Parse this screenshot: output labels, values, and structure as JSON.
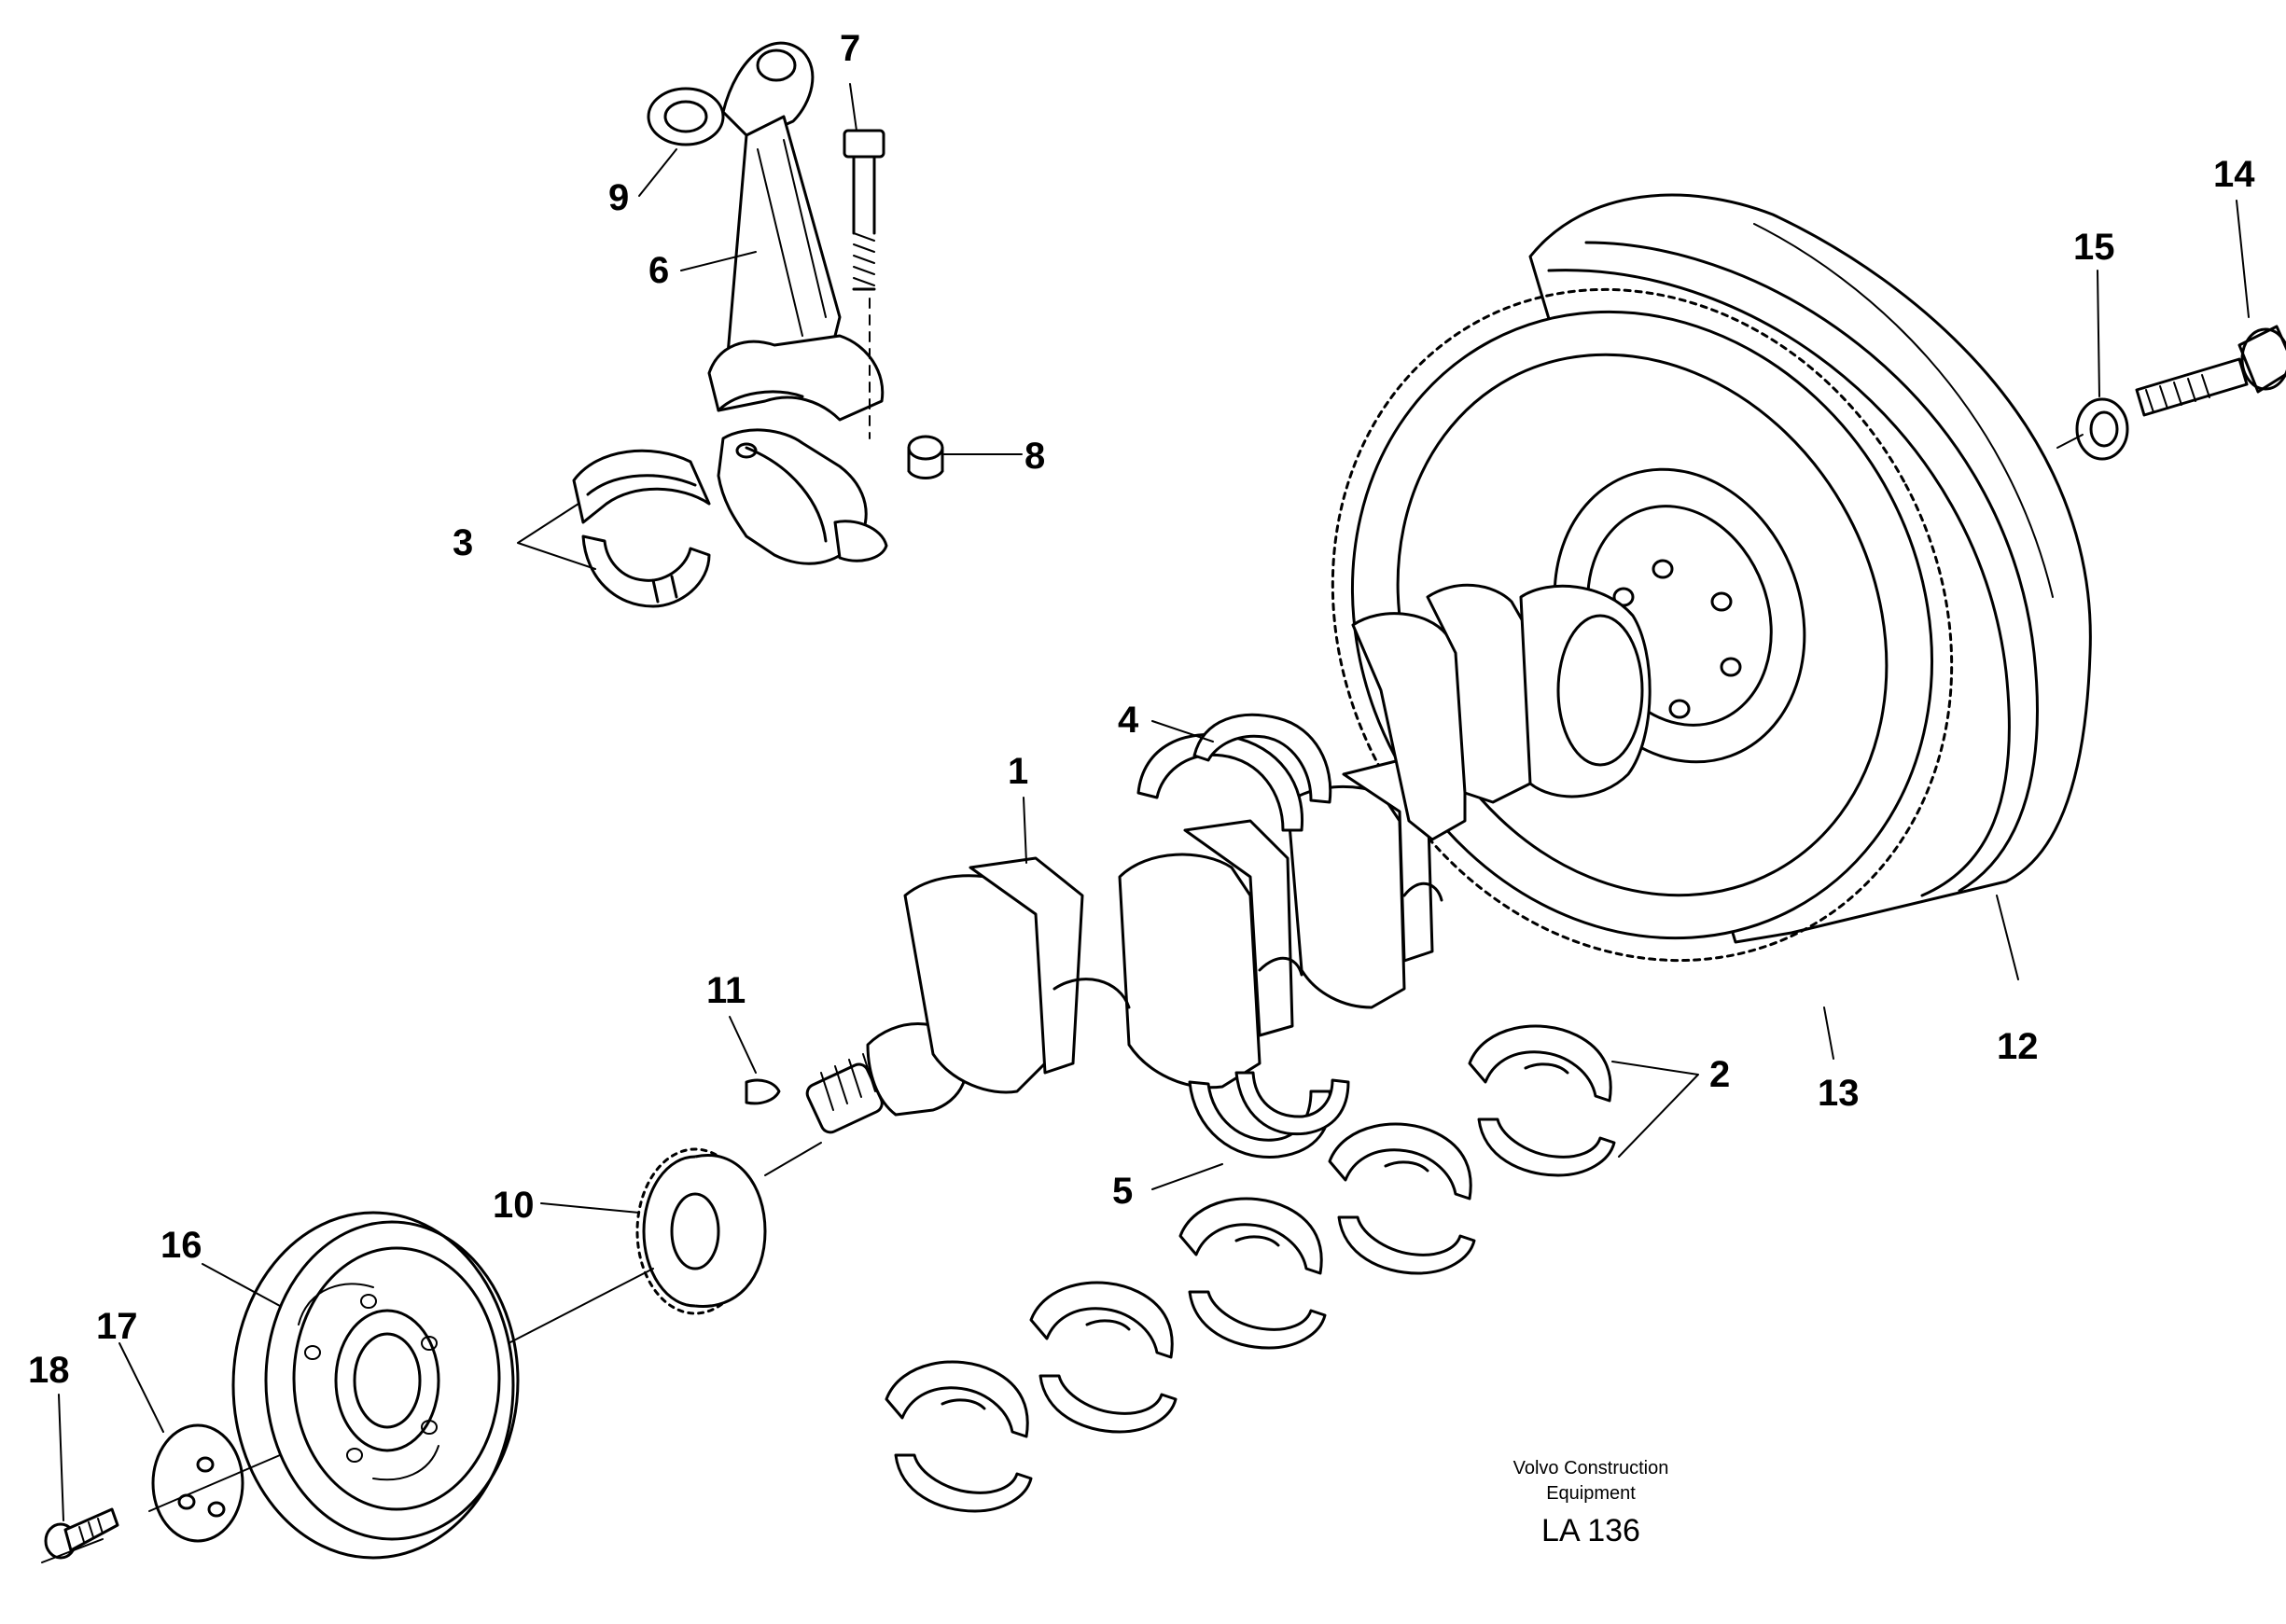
{
  "callouts": {
    "c1": "1",
    "c2": "2",
    "c3": "3",
    "c4": "4",
    "c5": "5",
    "c6": "6",
    "c7": "7",
    "c8": "8",
    "c9": "9",
    "c10": "10",
    "c11": "11",
    "c12": "12",
    "c13": "13",
    "c14": "14",
    "c15": "15",
    "c16": "16",
    "c17": "17",
    "c18": "18"
  },
  "footer": {
    "maker_line1": "Volvo Construction",
    "maker_line2": "Equipment",
    "drawing_code": "LA 136"
  }
}
